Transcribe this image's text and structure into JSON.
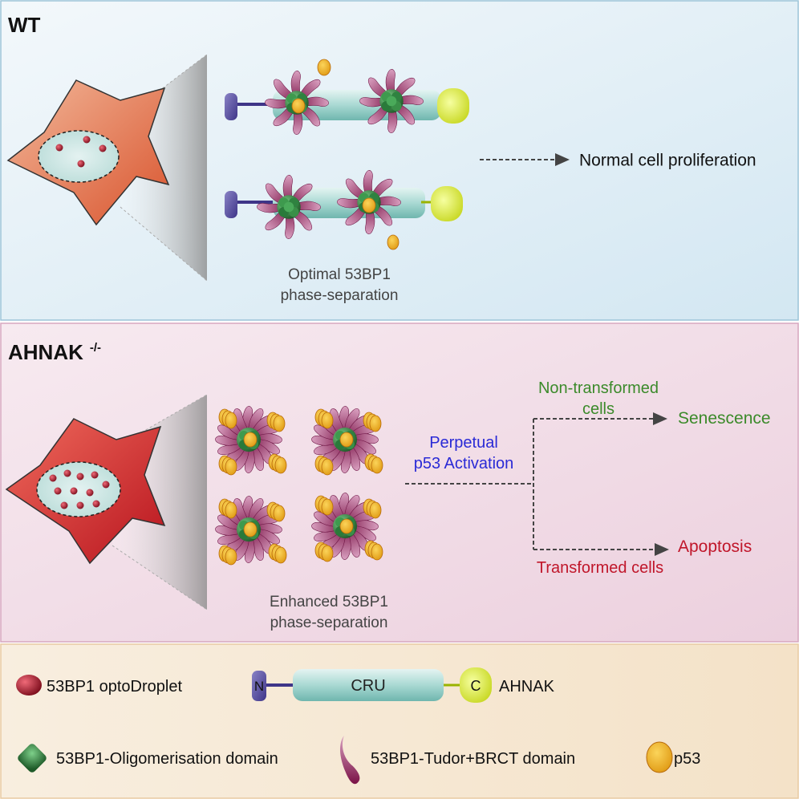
{
  "panels": {
    "wt": {
      "title": "WT",
      "caption": [
        "Optimal 53BP1",
        "phase-separation"
      ],
      "outcome": "Normal cell proliferation"
    },
    "ko": {
      "title": "AHNAK",
      "title_superscript": "-/-",
      "caption": [
        "Enhanced 53BP1",
        "phase-separation"
      ],
      "activation": [
        "Perpetual",
        "p53 Activation"
      ],
      "branch_upper_label": [
        "Non-transformed",
        "cells"
      ],
      "branch_upper_outcome": "Senescence",
      "branch_lower_label": "Transformed cells",
      "branch_lower_outcome": "Apoptosis"
    }
  },
  "legend": {
    "droplet": "53BP1 optoDroplet",
    "n_terminus": "N",
    "cru": "CRU",
    "c_terminus": "C",
    "ahnak": "AHNAK",
    "oligomerisation": "53BP1-Oligomerisation domain",
    "tudor_brct": "53BP1-Tudor+BRCT domain",
    "p53": "p53"
  },
  "colors": {
    "wt_bg": "#e2eff6",
    "ko_bg": "#f2dde8",
    "legend_bg": "#f7ead9",
    "activation_text": "#2a2ad6",
    "senescence_text": "#3b8a2a",
    "apoptosis_text": "#c0162a",
    "tudor": "#8c1f5a",
    "oligo": "#2f7a3a",
    "p53": "#e7a81c"
  }
}
